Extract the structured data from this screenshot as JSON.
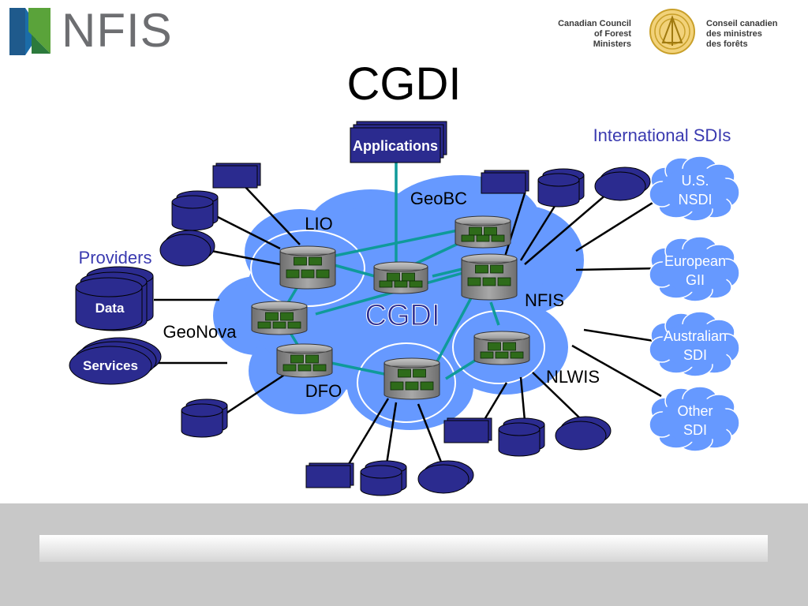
{
  "header": {
    "logo_text": "NFIS",
    "partner_en": [
      "Canadian Council",
      "of Forest",
      "Ministers"
    ],
    "partner_fr": [
      "Conseil canadien",
      "des ministres",
      "des forêts"
    ]
  },
  "slide": {
    "title": "CGDI"
  },
  "diagram": {
    "cloud_label": "CGDI",
    "applications_label": "Applications",
    "providers_label": "Providers",
    "data_label": "Data",
    "services_label": "Services",
    "international_label": "International SDIs",
    "nodes": {
      "geobc": "GeoBC",
      "lio": "LIO",
      "nfis": "NFIS",
      "geonova": "GeoNova",
      "dfo": "DFO",
      "nlwis": "NLWIS"
    },
    "sdis": [
      {
        "line1": "U.S.",
        "line2": "NSDI"
      },
      {
        "line1": "European",
        "line2": "GII"
      },
      {
        "line1": "Australian",
        "line2": "SDI"
      },
      {
        "line1": "Other",
        "line2": "SDI"
      }
    ],
    "colors": {
      "cloud": "#6699ff",
      "navy": "#2b2b8f",
      "teal": "#0f9a9a",
      "accent_text": "#3a3ab0",
      "sdi_cloud": "#6699ff"
    }
  }
}
